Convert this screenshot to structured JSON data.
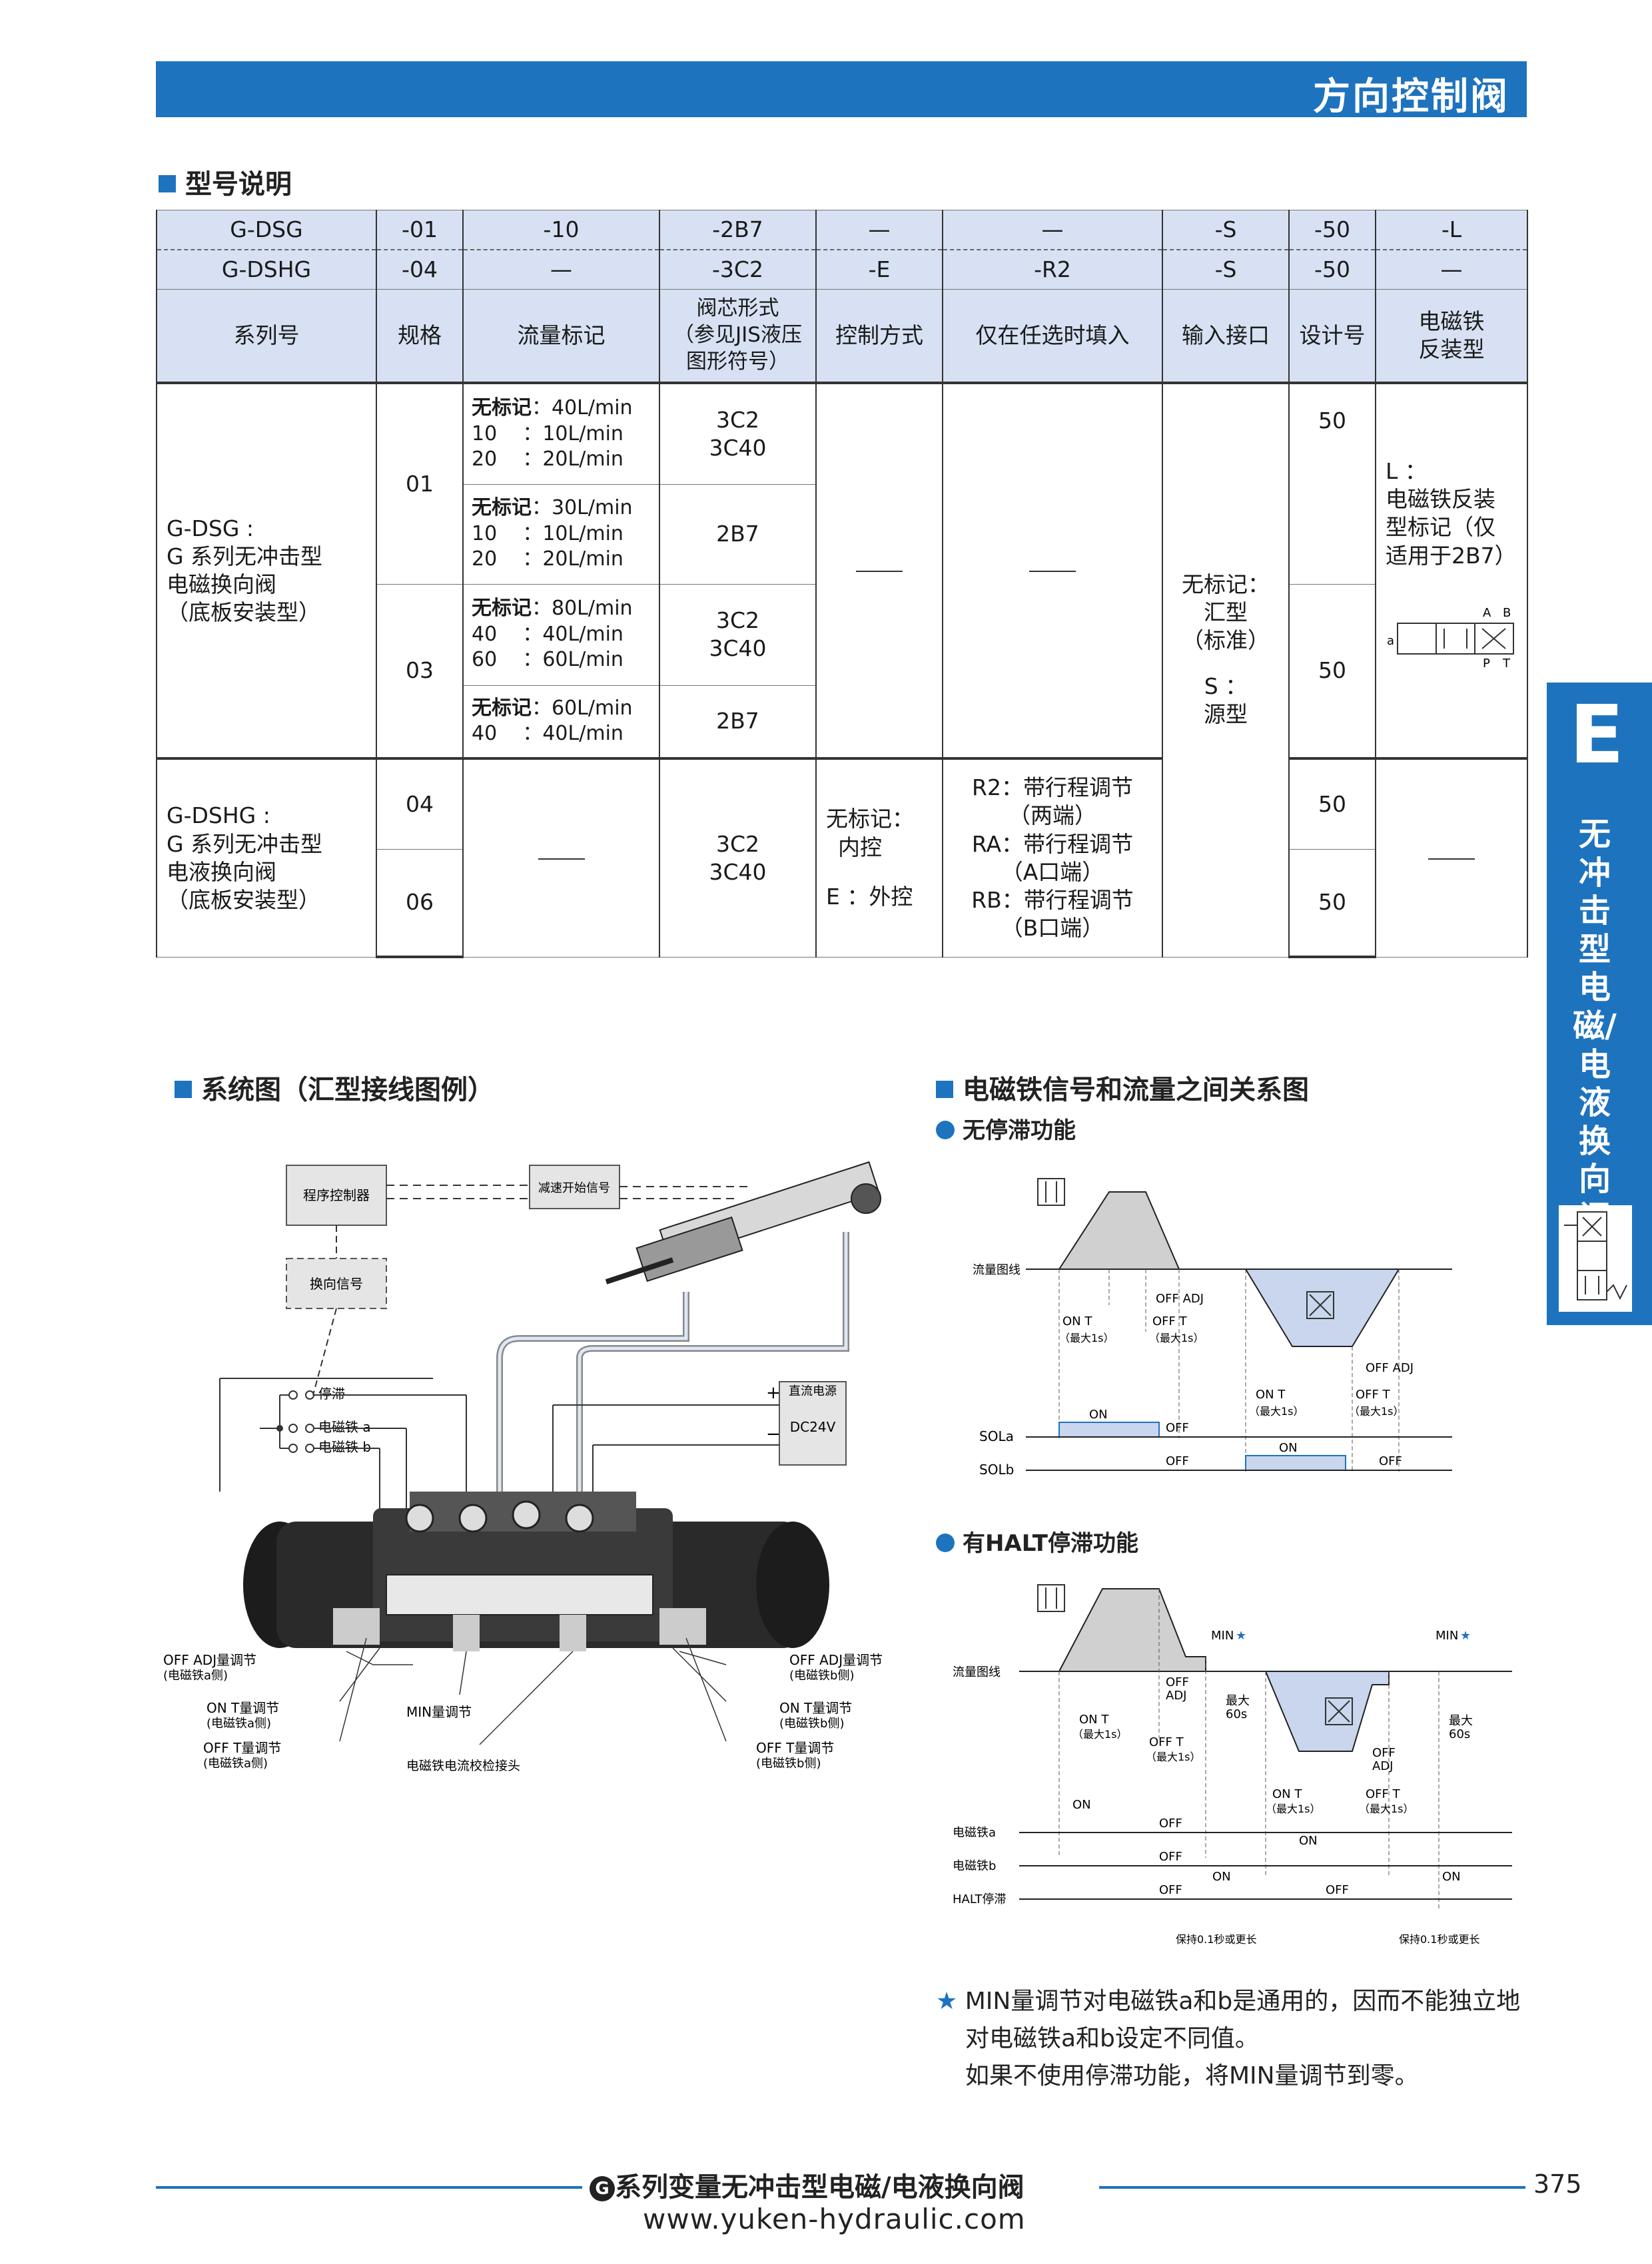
{
  "header": {
    "title": "方向控制阀"
  },
  "section_model": {
    "title": "型号说明"
  },
  "model_table": {
    "row1": [
      "G-DSG",
      "-01",
      "-10",
      "-2B7",
      "—",
      "—",
      "-S",
      "-50",
      "-L"
    ],
    "row2": [
      "G-DSHG",
      "-04",
      "—",
      "-3C2",
      "-E",
      "-R2",
      "-S",
      "-50",
      "—"
    ],
    "labels": {
      "series": "系列号",
      "size": "规格",
      "flow": "流量标记",
      "spool_l1": "阀芯形式",
      "spool_l2": "（参见JIS液压",
      "spool_l3": "图形符号）",
      "control": "控制方式",
      "optional": "仅在任选时填入",
      "port": "输入接口",
      "design": "设计号",
      "coil_l1": "电磁铁",
      "coil_l2": "反装型"
    },
    "dsg_desc": [
      "G-DSG :",
      "G 系列无冲击型",
      "电磁换向阀",
      "（底板安装型）"
    ],
    "dshg_desc": [
      "G-DSHG :",
      "G 系列无冲击型",
      "电液换向阀",
      "（底板安装型）"
    ],
    "sizes": [
      "01",
      "03",
      "04",
      "06"
    ],
    "flow_01a": [
      {
        "key": "无标记",
        "val": "40L/min"
      },
      {
        "key": "10",
        "val": "10L/min"
      },
      {
        "key": "20",
        "val": "20L/min"
      }
    ],
    "flow_01b": [
      {
        "key": "无标记",
        "val": "30L/min"
      },
      {
        "key": "10",
        "val": "10L/min"
      },
      {
        "key": "20",
        "val": "20L/min"
      }
    ],
    "flow_03a": [
      {
        "key": "无标记",
        "val": "80L/min"
      },
      {
        "key": "40",
        "val": "40L/min"
      },
      {
        "key": "60",
        "val": "60L/min"
      }
    ],
    "flow_03b": [
      {
        "key": "无标记",
        "val": "60L/min"
      },
      {
        "key": "40",
        "val": "40L/min"
      }
    ],
    "spool_a": [
      "3C2",
      "3C40"
    ],
    "spool_b": "2B7",
    "port_text": [
      "无标记：",
      "汇型",
      "（标准）",
      "S ：",
      "源型"
    ],
    "design": "50",
    "coil_text": [
      "L ：",
      "电磁铁反装",
      "型标记（仅",
      "适用于2B7）"
    ],
    "control_text": [
      "无标记：",
      "内控",
      "E ：外控"
    ],
    "optional_text": [
      "R2：带行程调节",
      "（两端）",
      "RA：带行程调节",
      "（A口端）",
      "RB：带行程调节",
      "（B口端）"
    ],
    "symbol_labels": {
      "a": "a",
      "A": "A",
      "B": "B",
      "P": "P",
      "T": "T"
    }
  },
  "section_system": {
    "title": "系统图（汇型接线图例）"
  },
  "system_diagram": {
    "plc": "程序控制器",
    "decel": "减速开始信号",
    "switch_signal": "换向信号",
    "halt": "停滞",
    "sol_a": "电磁铁 a",
    "sol_b": "电磁铁 b",
    "dc_power": "直流电源",
    "dc_volt": "DC24V",
    "plus": "+",
    "minus": "−",
    "off_adj_a": "OFF ADJ量调节",
    "off_adj_a_side": "(电磁铁a侧)",
    "on_t_a": "ON T量调节",
    "on_t_a_side": "(电磁铁a侧)",
    "off_t_a": "OFF T量调节",
    "off_t_a_side": "(电磁铁a侧)",
    "min_adj": "MIN量调节",
    "check_jack": "电磁铁电流校检接头",
    "off_adj_b": "OFF ADJ量调节",
    "off_adj_b_side": "(电磁铁b侧)",
    "on_t_b": "ON T量调节",
    "on_t_b_side": "(电磁铁b侧)",
    "off_t_b": "OFF T量调节",
    "off_t_b_side": "(电磁铁b侧)"
  },
  "section_signal": {
    "title": "电磁铁信号和流量之间关系图"
  },
  "signal_chart_1": {
    "subtitle": "无停滞功能",
    "flow_label": "流量图线",
    "off_adj": "OFF ADJ",
    "on_t": "ON T",
    "off_t": "OFF T",
    "max1s": "（最大1s）",
    "on": "ON",
    "off": "OFF",
    "sola": "SOLa",
    "solb": "SOLb"
  },
  "signal_chart_2": {
    "subtitle": "有HALT停滞功能",
    "flow_label": "流量图线",
    "min": "MIN",
    "star": "★",
    "off": "OFF",
    "adj": "ADJ",
    "on_t": "ON T",
    "off_t": "OFF T",
    "max1s": "（最大1s）",
    "max60_l1": "最大",
    "max60_l2": "60s",
    "on": "ON",
    "sol_a": "电磁铁a",
    "sol_b": "电磁铁b",
    "halt": "HALT停滞",
    "hold": "保持0.1秒或更长"
  },
  "notes": {
    "star": "★",
    "line1": "MIN量调节对电磁铁a和b是通用的，因而不能独立地",
    "line2": "对电磁铁a和b设定不同值。",
    "line3": "如果不使用停滞功能，将MIN量调节到零。"
  },
  "side_tab": {
    "letter": "E",
    "text": "无冲击型电磁/电液换向阀"
  },
  "footer": {
    "logo": "G",
    "title": "系列变量无冲击型电磁/电液换向阀",
    "page": "375",
    "url": "www.yuken-hydraulic.com"
  },
  "colors": {
    "accent": "#1e73be",
    "header_fill": "#d7e1f3",
    "chart_fill": "#c9d6ee"
  }
}
